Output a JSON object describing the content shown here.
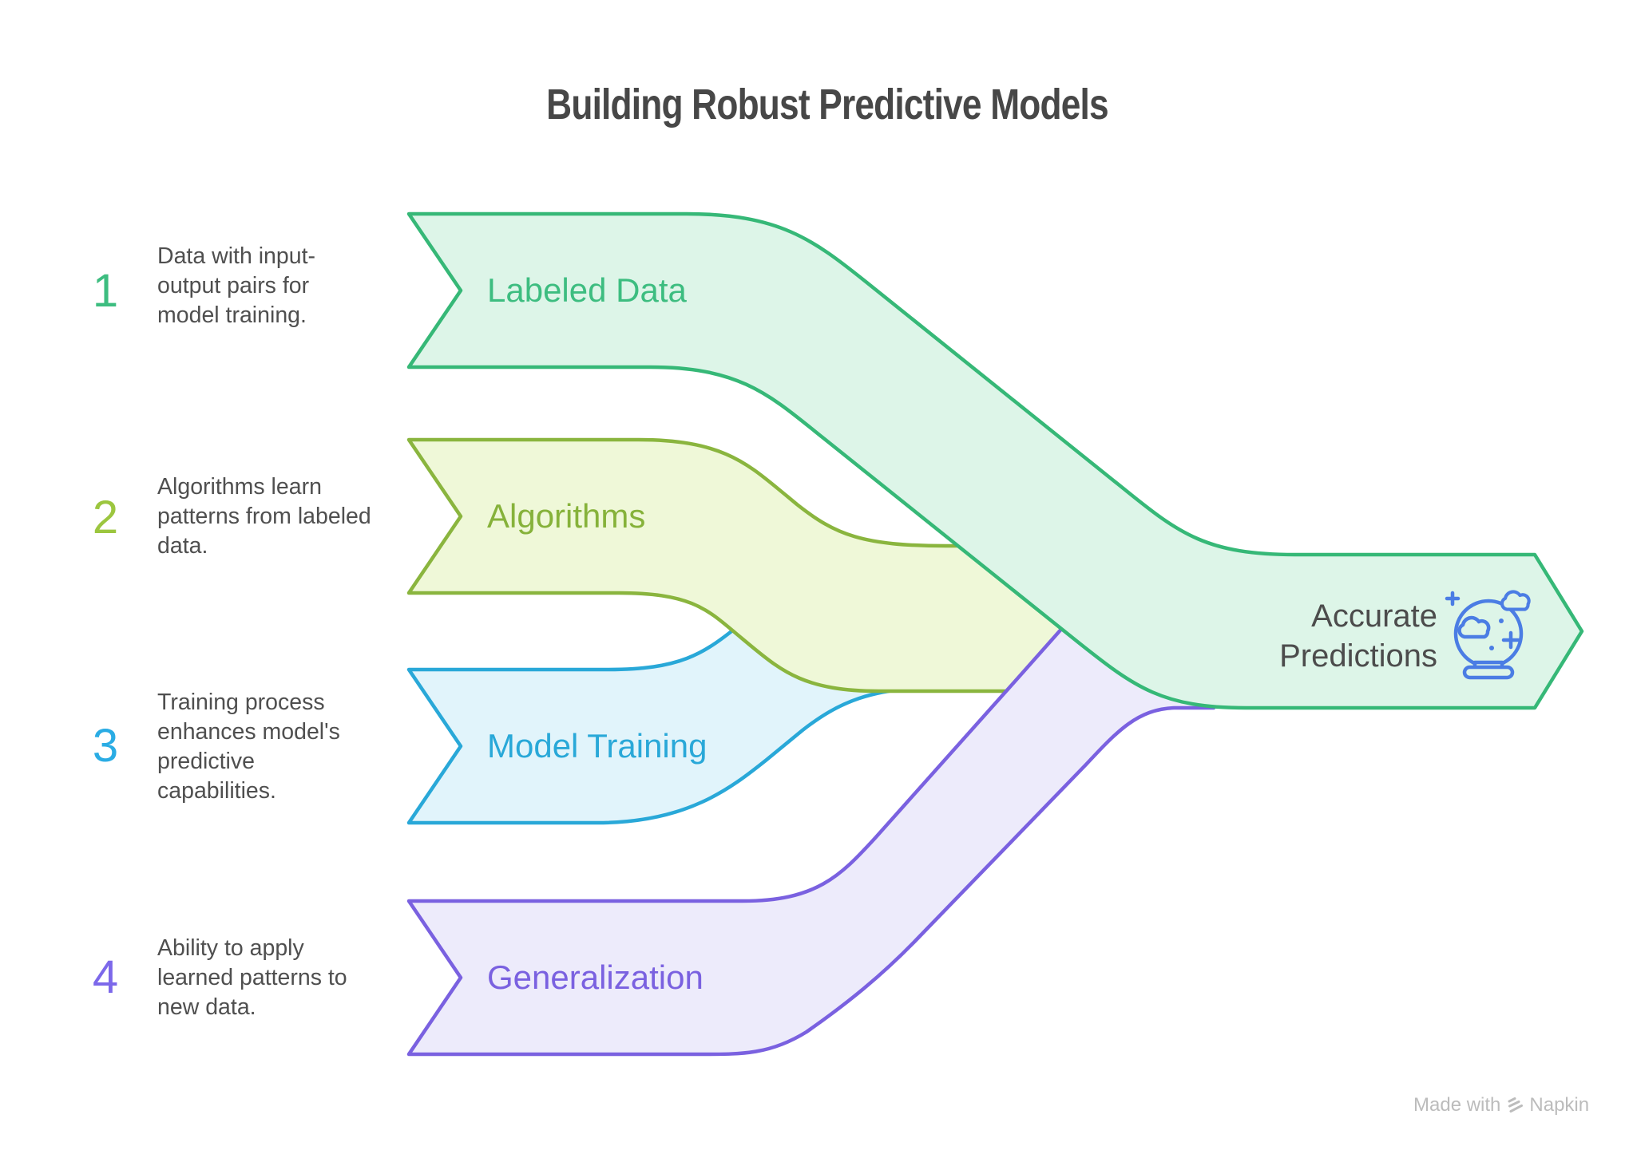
{
  "title": "Building Robust Predictive Models",
  "steps": [
    {
      "number": "1",
      "description": "Data with input-output pairs for model training.",
      "label": "Labeled Data",
      "accent_color": "#3dbd80",
      "stroke_color": "#36b877",
      "fill_color": "#ddf5e8"
    },
    {
      "number": "2",
      "description": "Algorithms learn patterns from labeled data.",
      "label": "Algorithms",
      "accent_color": "#9cc63f",
      "stroke_color": "#8ab53e",
      "fill_color": "#eff8d8"
    },
    {
      "number": "3",
      "description": "Training process enhances model's predictive capabilities.",
      "label": "Model Training",
      "accent_color": "#2aace4",
      "stroke_color": "#29a8d8",
      "fill_color": "#e1f4fb"
    },
    {
      "number": "4",
      "description": "Ability to apply learned patterns to new data.",
      "label": "Generalization",
      "accent_color": "#7c68ea",
      "stroke_color": "#7a61e0",
      "fill_color": "#edebfb"
    }
  ],
  "result": {
    "label": "Accurate Predictions",
    "icon": "crystal-ball-icon",
    "icon_color": "#4b7de4",
    "text_color": "#4c4c4c"
  },
  "watermark": {
    "prefix": "Made with",
    "brand": "Napkin",
    "color": "#bcbcbc"
  }
}
